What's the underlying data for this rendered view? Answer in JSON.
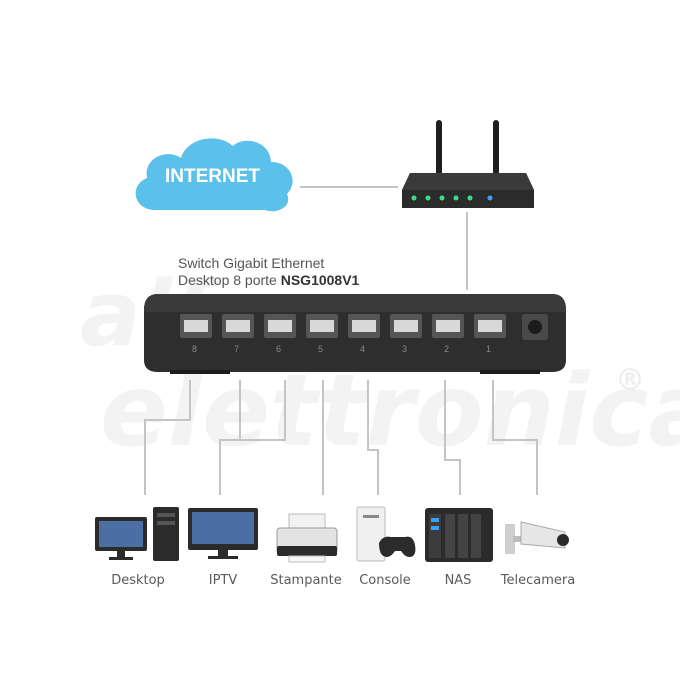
{
  "cloud": {
    "label": "INTERNET"
  },
  "switch": {
    "line1": "Switch Gigabit Ethernet",
    "line2_prefix": "Desktop 8 porte ",
    "model": "NSG1008V1",
    "ports": [
      "8",
      "7",
      "6",
      "5",
      "4",
      "3",
      "2",
      "1"
    ]
  },
  "devices": [
    {
      "id": "desktop",
      "label": "Desktop"
    },
    {
      "id": "iptv",
      "label": "IPTV"
    },
    {
      "id": "printer",
      "label": "Stampante"
    },
    {
      "id": "console",
      "label": "Console"
    },
    {
      "id": "nas",
      "label": "NAS"
    },
    {
      "id": "camera",
      "label": "Telecamera"
    }
  ],
  "watermark": {
    "text": "alfa elettronica",
    "symbol": "®"
  },
  "colors": {
    "cloud": "#5bc0ea",
    "line": "#bdbdbd",
    "device_dark": "#2b2b2b",
    "led": "#3ddc84",
    "led_blue": "#3aa0ff"
  }
}
